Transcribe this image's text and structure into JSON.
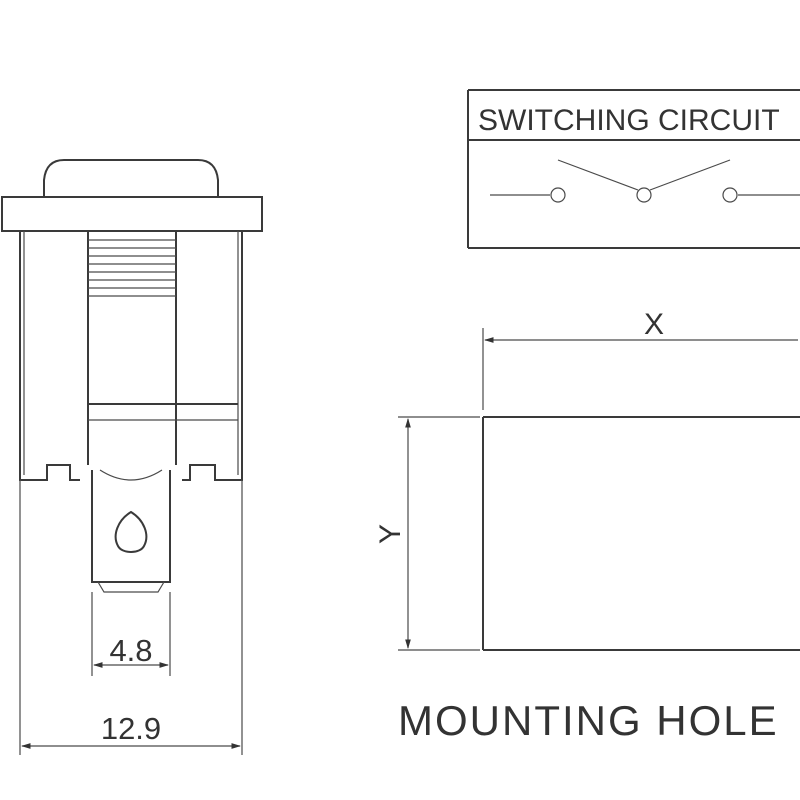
{
  "circuit": {
    "title": "SWITCHING CIRCUIT"
  },
  "mounting": {
    "title": "MOUNTING HOLE",
    "x_label": "X",
    "y_label": "Y"
  },
  "switch_body": {
    "dim_terminal": "4.8",
    "dim_body": "12.9"
  }
}
